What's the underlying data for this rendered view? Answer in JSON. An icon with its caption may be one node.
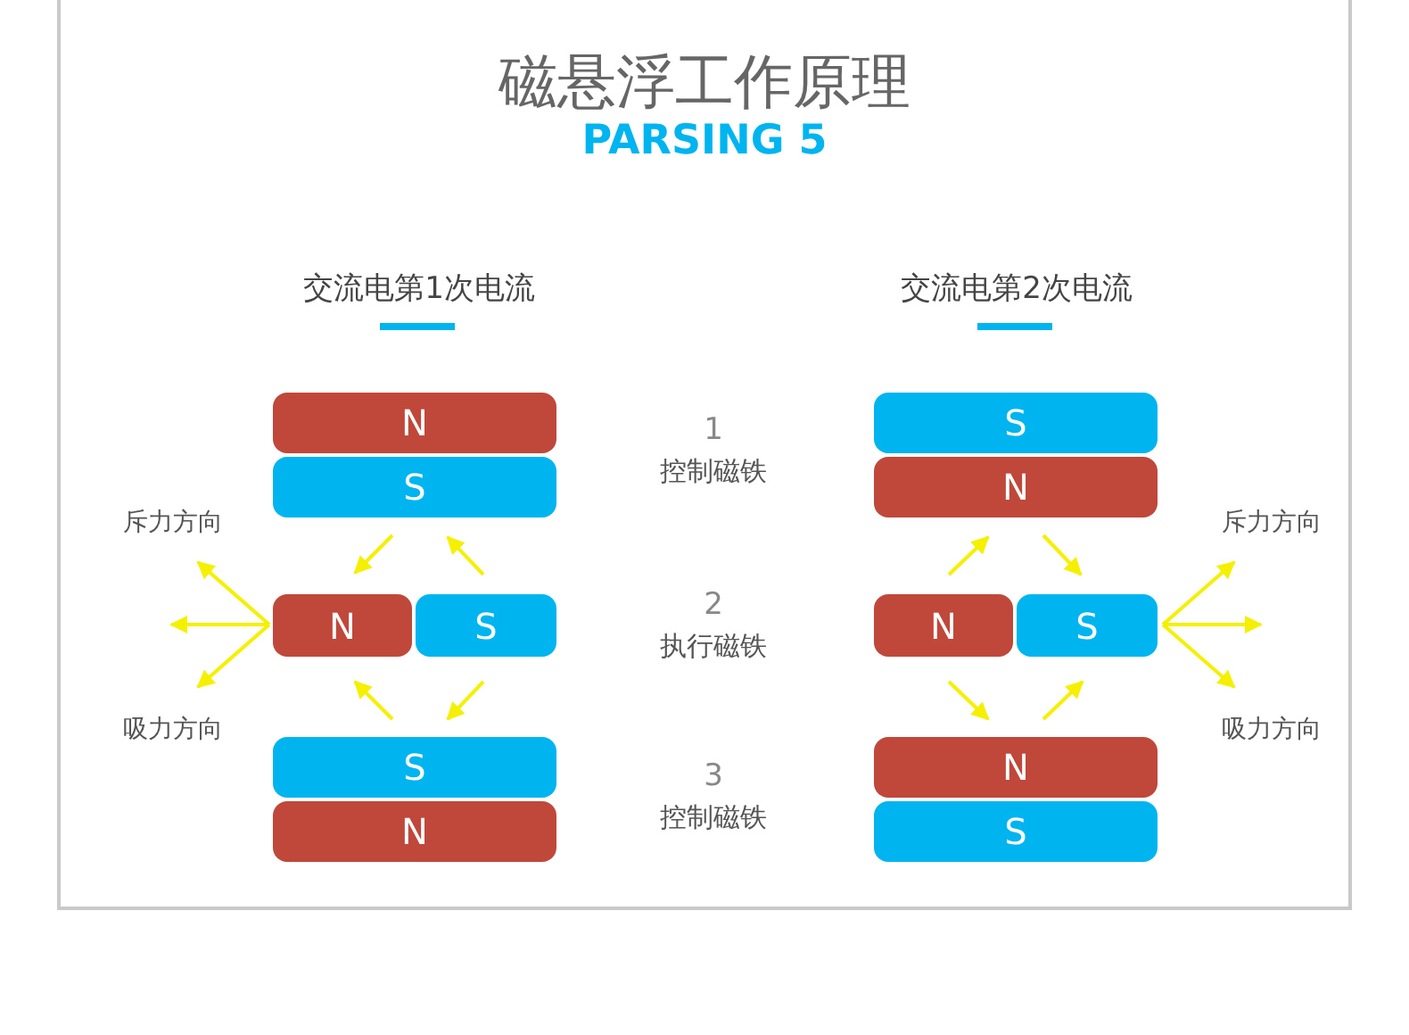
{
  "diagram": {
    "title": "磁悬浮工作原理",
    "nodes": [
      {
        "text": [
          "N"
        ]
      },
      {
        "text": [
          "S"
        ]
      },
      {
        "text": [
          "S"
        ]
      },
      {
        "text": [
          "N"
        ]
      },
      {
        "text": [
          "N"
        ]
      },
      {
        "text": [
          "S"
        ]
      },
      {
        "text": [
          "N"
        ]
      },
      {
        "text": [
          "S"
        ]
      },
      {
        "text": [
          "S"
        ]
      },
      {
        "text": [
          "N"
        ]
      },
      {
        "text": [
          "N"
        ]
      },
      {
        "text": [
          "S"
        ]
      }
    ],
    "edges": [],
    "labels": [
      "PARSING 5",
      "交流电第1次电流",
      "交流电第2次电流",
      "1",
      "控制磁铁",
      "斥力方向",
      "斥力方向",
      "2",
      "执行磁铁",
      "吸力方向",
      "吸力方向",
      "3",
      "控制磁铁"
    ]
  }
}
